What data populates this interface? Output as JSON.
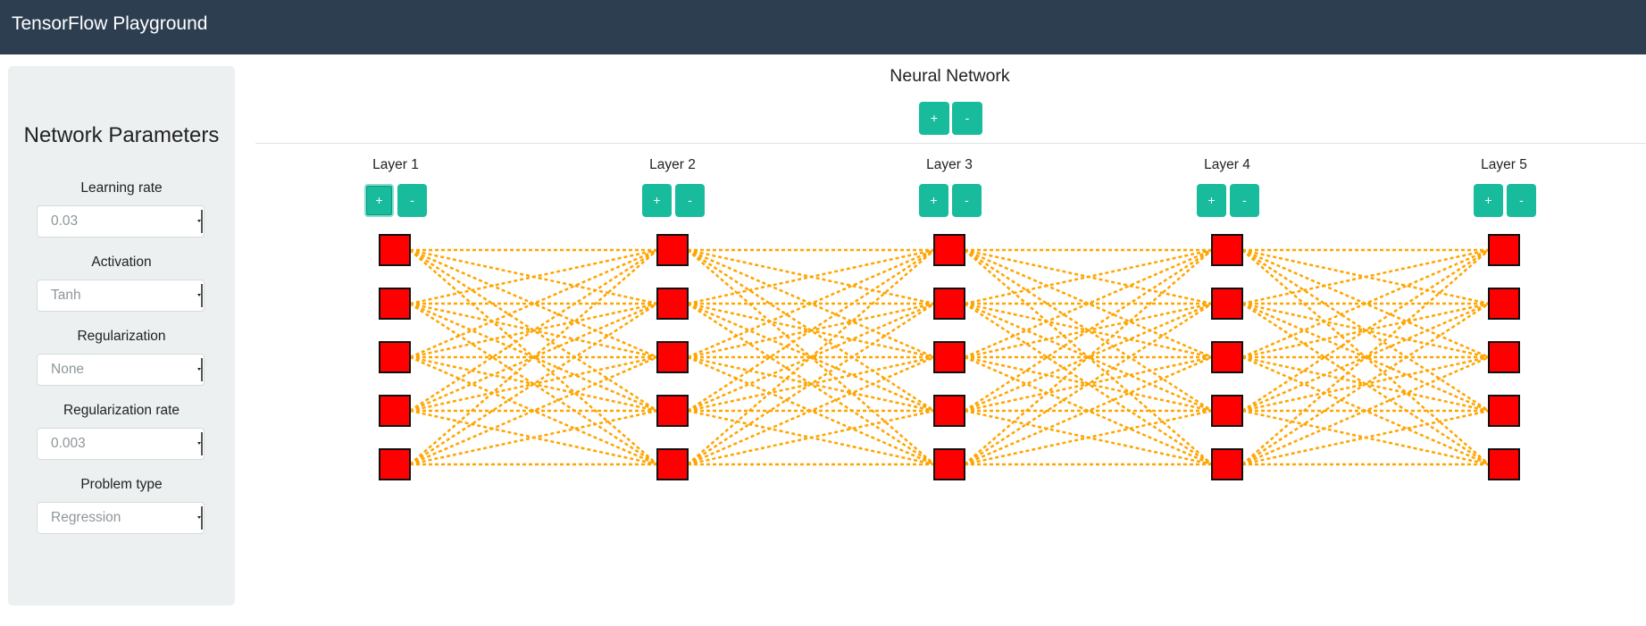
{
  "app": {
    "title": "TensorFlow Playground"
  },
  "sidebar": {
    "title": "Network Parameters",
    "params": [
      {
        "label": "Learning rate",
        "value": "0.03"
      },
      {
        "label": "Activation",
        "value": "Tanh"
      },
      {
        "label": "Regularization",
        "value": "None"
      },
      {
        "label": "Regularization rate",
        "value": "0.003"
      },
      {
        "label": "Problem type",
        "value": "Regression"
      }
    ]
  },
  "network": {
    "title": "Neural Network",
    "add_layer_label": "+",
    "remove_layer_label": "-",
    "layers": [
      {
        "label": "Layer 1",
        "add_label": "+",
        "remove_label": "-",
        "neurons": 5
      },
      {
        "label": "Layer 2",
        "add_label": "+",
        "remove_label": "-",
        "neurons": 5
      },
      {
        "label": "Layer 3",
        "add_label": "+",
        "remove_label": "-",
        "neurons": 5
      },
      {
        "label": "Layer 4",
        "add_label": "+",
        "remove_label": "-",
        "neurons": 5
      },
      {
        "label": "Layer 5",
        "add_label": "+",
        "remove_label": "-",
        "neurons": 5
      }
    ]
  },
  "colors": {
    "navbar": "#2c3e50",
    "accent": "#18bc9c",
    "neuron": "#ff0000",
    "connection": "#ffa500"
  }
}
